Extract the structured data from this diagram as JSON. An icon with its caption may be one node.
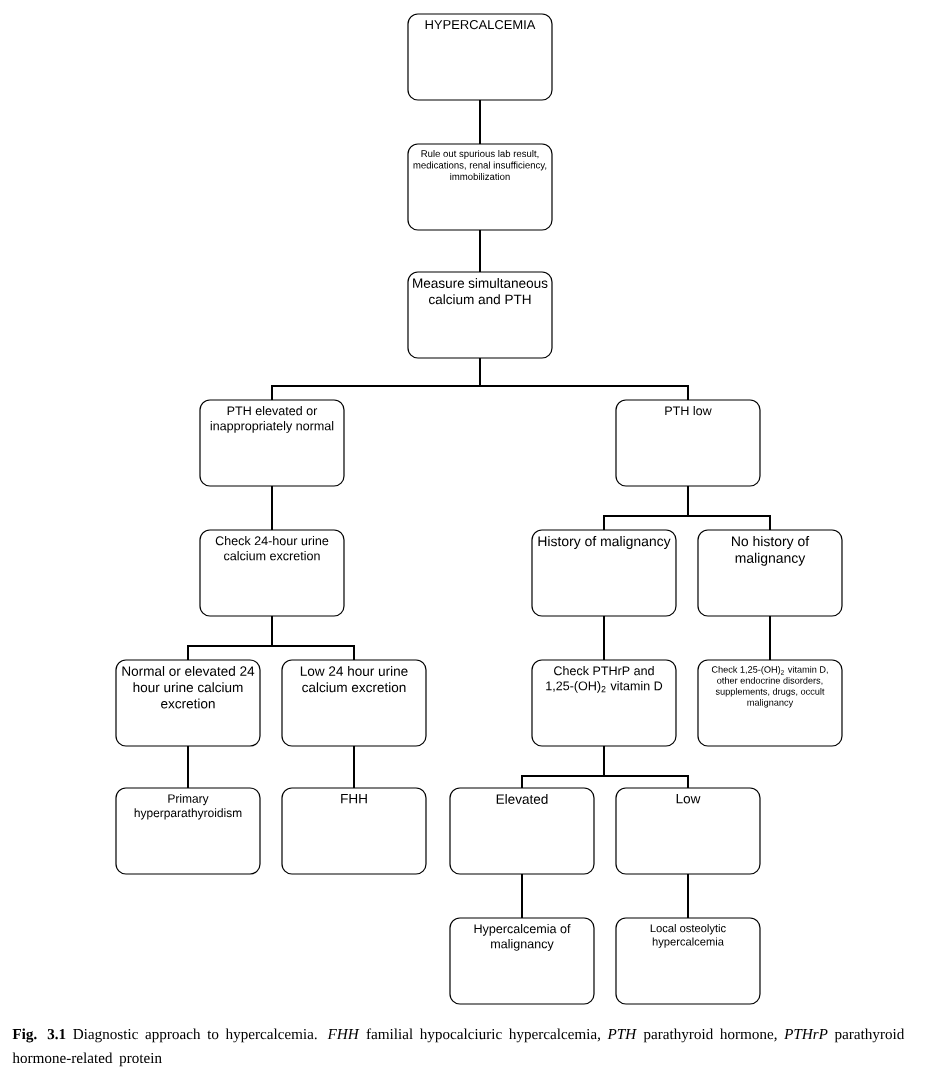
{
  "diagram": {
    "caption": "**Fig. 3.1**  Diagnostic approach to hypercalcemia. *FHH* familial hypocalciuric hypercalcemia, *PTH* parathyroid hormone, *PTHrP* parathyroid hormone-related protein",
    "nodes": [
      {
        "text": [
          "HYPERCALCEMIA"
        ]
      },
      {
        "text": [
          "Rule out spurious lab result, medications, renal insufficiency, immobilization"
        ]
      },
      {
        "text": [
          "Measure simultaneous calcium and PTH"
        ]
      },
      {
        "text": [
          "PTH elevated or inappropriately normal"
        ]
      },
      {
        "text": [
          "PTH low"
        ]
      },
      {
        "text": [
          "Check 24-hour urine calcium excretion"
        ]
      },
      {
        "text": [
          "Normal or elevated 24 hour urine calcium excretion"
        ]
      },
      {
        "text": [
          "Low 24 hour urine calcium excretion"
        ]
      },
      {
        "text": [
          "Primary hyperparathyroidism"
        ]
      },
      {
        "text": [
          "FHH"
        ]
      },
      {
        "text": [
          "History of malignancy"
        ]
      },
      {
        "text": [
          "No history of malignancy"
        ]
      },
      {
        "text": [
          "Check PTHrP and 1,25-(OH)$_{2}$ vitamin D"
        ]
      },
      {
        "text": [
          "Check 1,25-(OH)$_{2}$ vitamin D, other endocrine disorders, supplements, drugs, occult malignancy"
        ]
      },
      {
        "text": [
          "Elevated"
        ]
      },
      {
        "text": [
          "Low"
        ]
      },
      {
        "text": [
          "Hypercalcemia of malignancy"
        ]
      },
      {
        "text": [
          "Local osteolytic hypercalcemia"
        ]
      }
    ],
    "edges": [
      {
        "from": 0,
        "to": 1,
        "arrow": "none"
      },
      {
        "from": 1,
        "to": 2,
        "arrow": "none"
      },
      {
        "from": 2,
        "to": 3,
        "arrow": "none"
      },
      {
        "from": 2,
        "to": 4,
        "arrow": "none"
      },
      {
        "from": 3,
        "to": 5,
        "arrow": "none"
      },
      {
        "from": 5,
        "to": 6,
        "arrow": "none"
      },
      {
        "from": 5,
        "to": 7,
        "arrow": "none"
      },
      {
        "from": 6,
        "to": 8,
        "arrow": "none"
      },
      {
        "from": 7,
        "to": 9,
        "arrow": "none"
      },
      {
        "from": 4,
        "to": 10,
        "arrow": "none"
      },
      {
        "from": 4,
        "to": 11,
        "arrow": "none"
      },
      {
        "from": 10,
        "to": 12,
        "arrow": "none"
      },
      {
        "from": 11,
        "to": 13,
        "arrow": "none"
      },
      {
        "from": 12,
        "to": 14,
        "arrow": "none"
      },
      {
        "from": 12,
        "to": 15,
        "arrow": "none"
      },
      {
        "from": 14,
        "to": 16,
        "arrow": "none"
      },
      {
        "from": 15,
        "to": 17,
        "arrow": "none"
      }
    ]
  }
}
